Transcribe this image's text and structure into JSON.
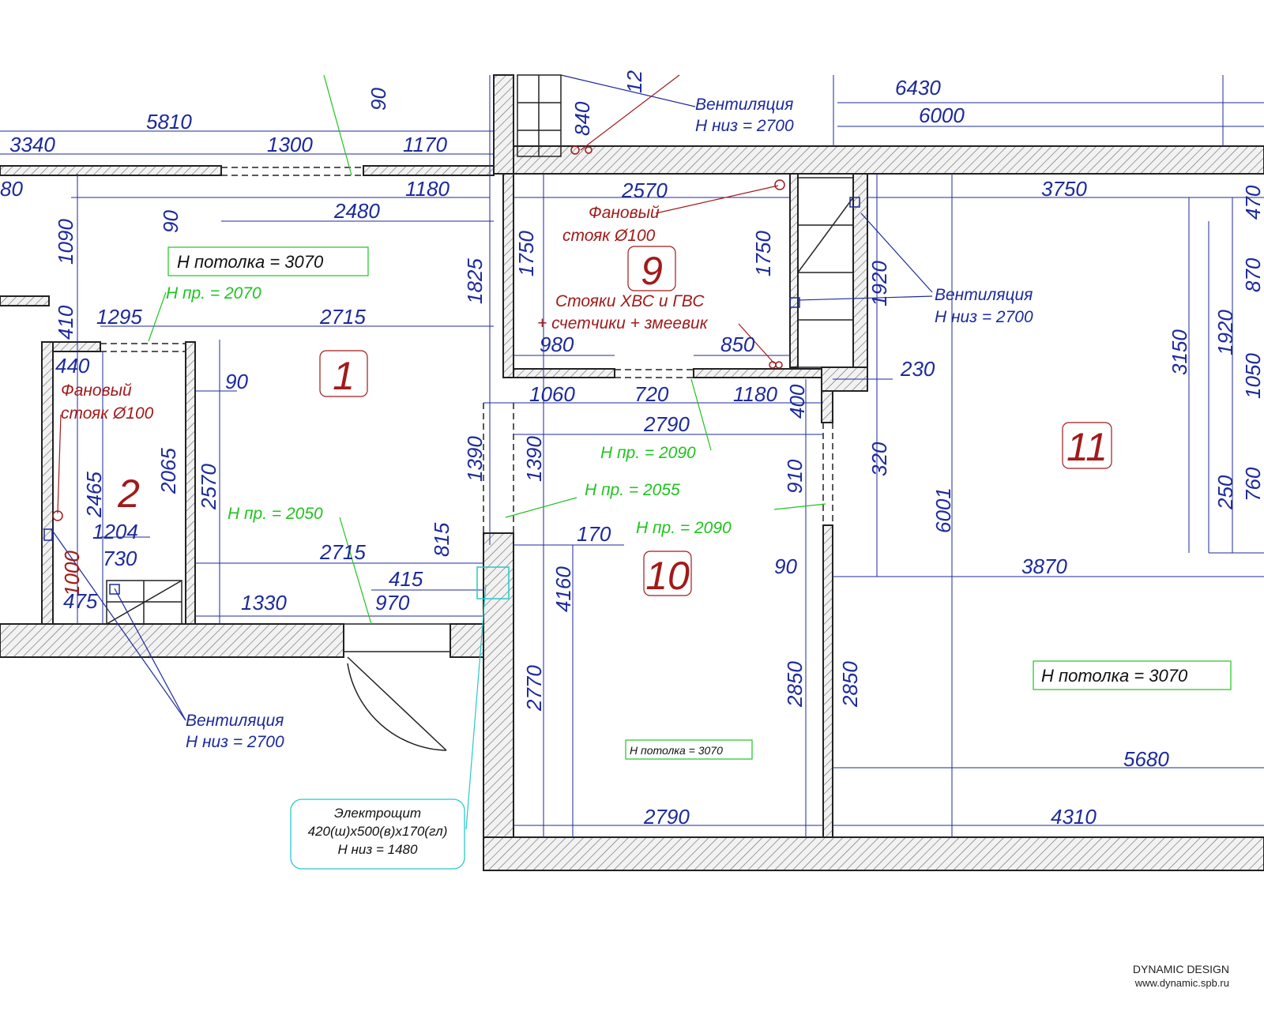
{
  "rooms": {
    "r1": "1",
    "r2": "2",
    "r9": "9",
    "r10": "10",
    "r11": "11"
  },
  "ceilings": {
    "main": "H потолка  = 3070",
    "right": "H потолка  = 3070",
    "small": "H потолка  = 3070"
  },
  "openings": {
    "o1": "H пр. =  2070",
    "o2": "H пр. =  2050",
    "o3": "H пр. =  2090",
    "o4": "H пр. =  2055",
    "o5": "H пр. =  2090"
  },
  "ventilation": {
    "top_title": "Вентиляция",
    "top_h": "H низ = 2700",
    "right_title": "Вентиляция",
    "right_h": "H низ = 2700",
    "bottom_title": "Вентиляция",
    "bottom_h": "H низ = 2700"
  },
  "pipes": {
    "fan1_l1": "Фановый",
    "fan1_l2": "стояк Ø100",
    "fan2_l1": "Фановый",
    "fan2_l2": "стояк Ø100",
    "risers_l1": "Стояки ХВС  и ГВС",
    "risers_l2": "+ счетчики + змеевик"
  },
  "panel": {
    "title": "Электрощит",
    "size": "420(ш)х500(в)х170(гл)",
    "height": "H низ = 1480"
  },
  "dimensions": {
    "d5810": "5810",
    "d3340": "3340",
    "d1300": "1300",
    "d1170": "1170",
    "d90top": "90",
    "d80": "80",
    "d90a": "90",
    "d2480": "2480",
    "d1180a": "1180",
    "d1090": "1090",
    "d410": "410",
    "d1295": "1295",
    "d2715a": "2715",
    "d1825": "1825",
    "d440": "440",
    "d90b": "90",
    "d2065": "2065",
    "d2570a": "2570",
    "d2465": "2465",
    "d1204": "1204",
    "d730": "730",
    "d1000": "1000",
    "d475": "475",
    "d1330": "1330",
    "d970": "970",
    "d415": "415",
    "d2715b": "2715",
    "d815": "815",
    "d1390a": "1390",
    "d840": "840",
    "d12": "12",
    "d6430": "6430",
    "d6000": "6000",
    "d2570b": "2570",
    "d1750a": "1750",
    "d1750b": "1750",
    "d980": "980",
    "d850": "850",
    "d3750": "3750",
    "d1920a": "1920",
    "d1060": "1060",
    "d720": "720",
    "d1180b": "1180",
    "d400": "400",
    "d230": "230",
    "d2790a": "2790",
    "d1390b": "1390",
    "d320": "320",
    "d910": "910",
    "d170": "170",
    "d4160": "4160",
    "d2770": "2770",
    "d2850a": "2850",
    "d2850b": "2850",
    "d90c": "90",
    "d3870": "3870",
    "d6001": "6001",
    "d3150": "3150",
    "d470": "470",
    "d870": "870",
    "d1920b": "1920",
    "d1050": "1050",
    "d250": "250",
    "d760": "760",
    "d5680": "5680",
    "d4310": "4310",
    "d2790b": "2790"
  },
  "credit": {
    "name": "DYNAMIC DESIGN",
    "url": "www.dynamic.spb.ru"
  }
}
